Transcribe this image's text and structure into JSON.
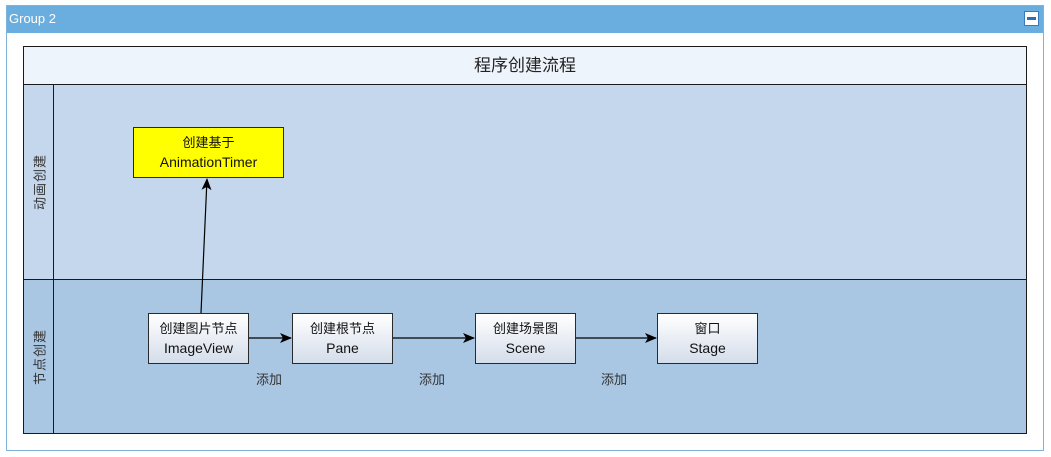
{
  "group": {
    "title": "Group 2",
    "collapse_icon": "minus-icon"
  },
  "diagram": {
    "title": "程序创建流程",
    "lanes": [
      {
        "label": "动画创建"
      },
      {
        "label": "节点创建"
      }
    ],
    "nodes": {
      "animation_timer": {
        "line1": "创建基于",
        "line2": "AnimationTimer",
        "fill": "#ffff00"
      },
      "image_view": {
        "line1": "创建图片节点",
        "line2": "ImageView"
      },
      "pane": {
        "line1": "创建根节点",
        "line2": "Pane"
      },
      "scene": {
        "line1": "创建场景图",
        "line2": "Scene"
      },
      "stage": {
        "line1": "窗口",
        "line2": "Stage"
      }
    },
    "edges": [
      {
        "from": "image_view",
        "to": "animation_timer",
        "label": ""
      },
      {
        "from": "image_view",
        "to": "pane",
        "label": "添加"
      },
      {
        "from": "pane",
        "to": "scene",
        "label": "添加"
      },
      {
        "from": "scene",
        "to": "stage",
        "label": "添加"
      }
    ]
  },
  "colors": {
    "header": "#6aaedf",
    "lane_top": "#c5d7ec",
    "lane_bottom": "#a9c6e2",
    "highlight_node": "#ffff00"
  }
}
